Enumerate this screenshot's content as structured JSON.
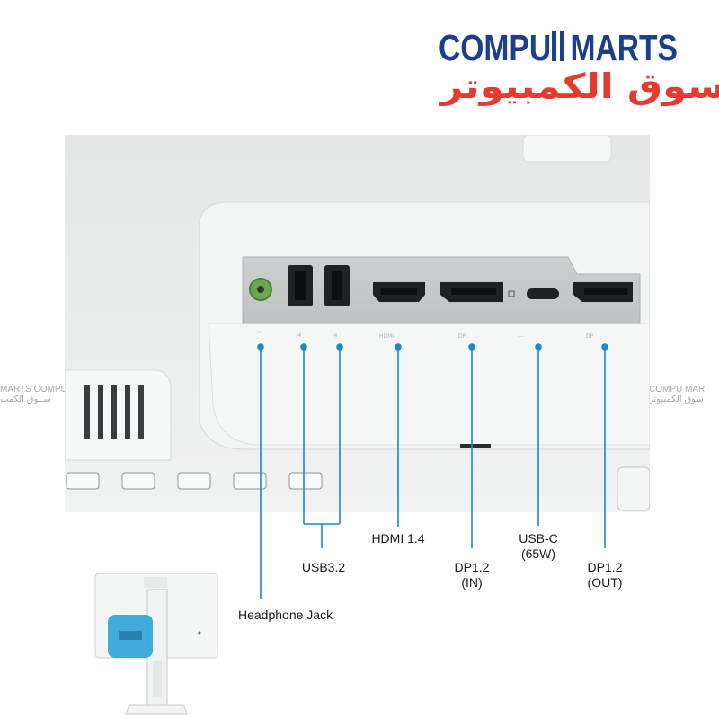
{
  "logo": {
    "brand_left": "COMPU",
    "brand_right": "MARTS",
    "arabic": "سوق الكمبيوتر",
    "brand_color": "#1c3f8c",
    "arabic_color": "#e8392e"
  },
  "watermark": {
    "left": "MARTS COMPU",
    "left_ar": "ســوق الكمب",
    "right": "COMPU MAR",
    "right_ar": "سوق الكمبيوتر"
  },
  "labels": {
    "headphone": "Headphone Jack",
    "usb": "USB3.2",
    "hdmi": "HDMI 1.4",
    "dp_in_line1": "DP1.2",
    "dp_in_line2": "(IN)",
    "usbc_line1": "USB-C",
    "usbc_line2": "(65W)",
    "dp_out_line1": "DP1.2",
    "dp_out_line2": "(OUT)"
  },
  "colors": {
    "callout": "#1e88c8",
    "highlight": "#2a9fd8",
    "panel": "#eceeee",
    "port_plate": "#c9cccc",
    "headphone_port": "#6aa84f"
  }
}
